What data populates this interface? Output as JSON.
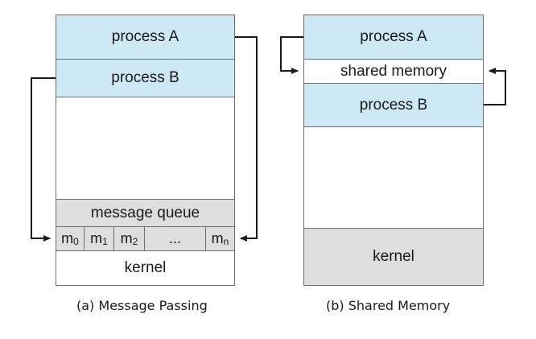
{
  "message_passing": {
    "process_a": "process A",
    "process_b": "process B",
    "message_queue": "message queue",
    "messages": [
      {
        "base": "m",
        "sub": "0"
      },
      {
        "base": "m",
        "sub": "1"
      },
      {
        "base": "m",
        "sub": "2"
      },
      {
        "base": "...",
        "sub": ""
      },
      {
        "base": "m",
        "sub": "n"
      }
    ],
    "kernel": "kernel",
    "caption_label": "(a)",
    "caption_text": "Message Passing"
  },
  "shared_memory": {
    "process_a": "process A",
    "shared_memory": "shared memory",
    "process_b": "process B",
    "kernel": "kernel",
    "caption_label": "(b)",
    "caption_text": "Shared Memory"
  },
  "colors": {
    "process": "#cde9f5",
    "kernel_region": "#dedede",
    "border": "#6e6e6e",
    "arrow": "#1a1a1a"
  }
}
